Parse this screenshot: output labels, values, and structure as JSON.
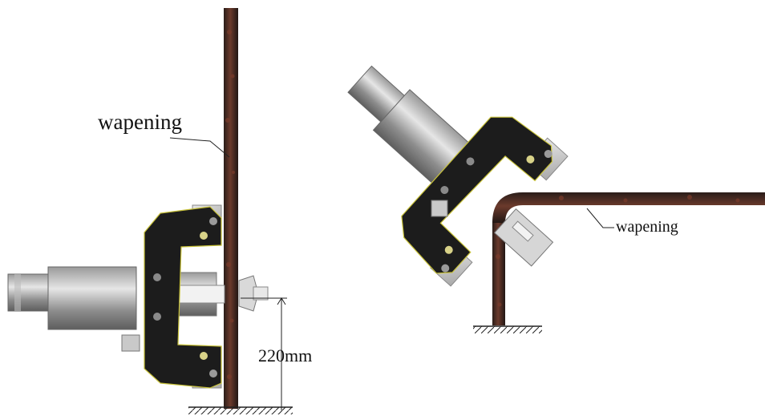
{
  "left_panel": {
    "rebar_label": "wapening",
    "dimension_label": "220mm"
  },
  "right_panel": {
    "rebar_label": "wapening"
  },
  "colors": {
    "rebar": "#3a2a24",
    "rust": "#7a3b2a",
    "frame": "#1c1c1c",
    "frame_outline": "#c8c23a",
    "cylinder_light": "#d8d8d8",
    "cylinder_dark": "#6e6e6e",
    "plate": "#cfcfcf",
    "ground": "#222222"
  }
}
